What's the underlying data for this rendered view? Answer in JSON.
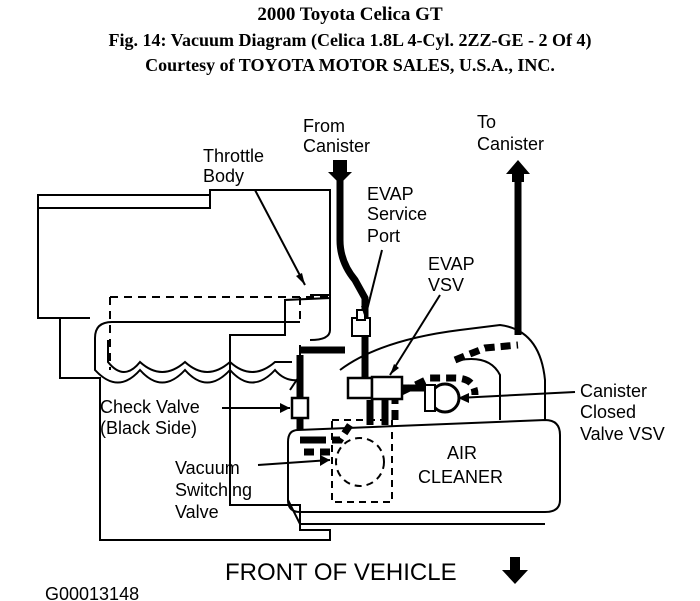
{
  "header": {
    "title": "2000 Toyota Celica GT",
    "figure": "Fig. 14: Vacuum Diagram (Celica 1.8L 4-Cyl. 2ZZ-GE - 2 Of 4)",
    "courtesy": "Courtesy of TOYOTA MOTOR SALES, U.S.A., INC."
  },
  "labels": {
    "from_canister": [
      "From",
      "Canister"
    ],
    "to_canister": [
      "To",
      "Canister"
    ],
    "throttle_body": [
      "Throttle",
      "Body"
    ],
    "evap_service_port": [
      "EVAP",
      "Service",
      "Port"
    ],
    "evap_vsv": [
      "EVAP",
      "VSV"
    ],
    "canister_closed_valve_vsv": [
      "Canister",
      "Closed",
      "Valve VSV"
    ],
    "check_valve": [
      "Check Valve",
      "(Black Side)"
    ],
    "vacuum_switching_valve": [
      "Vacuum",
      "Switching",
      "Valve"
    ],
    "air_cleaner": [
      "AIR",
      "CLEANER"
    ],
    "front_of_vehicle": "FRONT OF VEHICLE",
    "figure_id": "G00013148"
  }
}
